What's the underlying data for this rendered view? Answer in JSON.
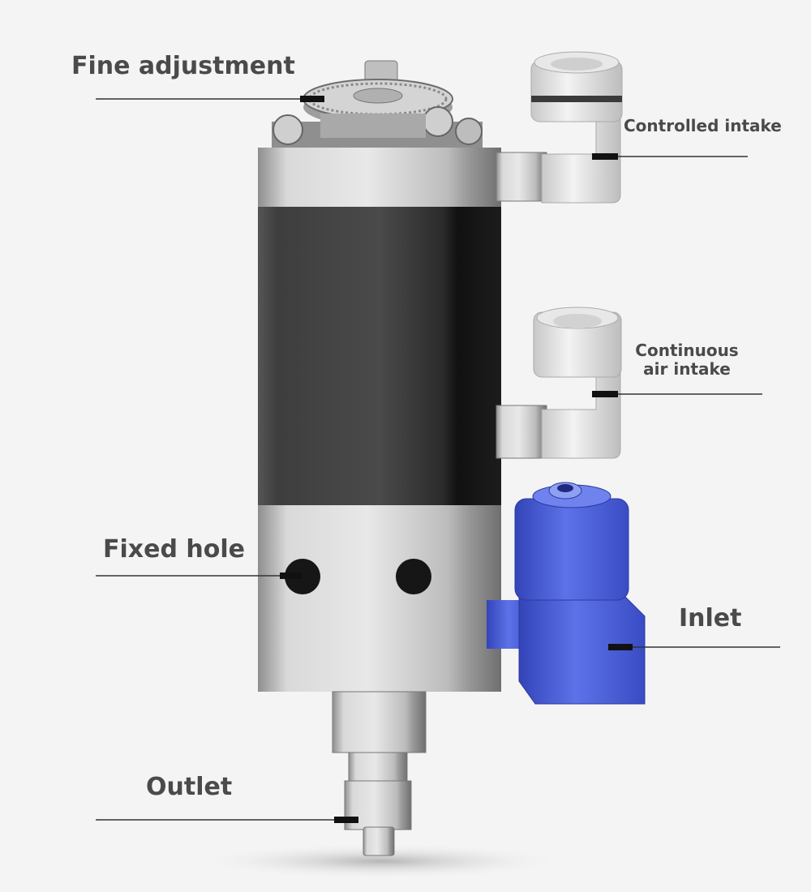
{
  "labels": {
    "fine_adjustment": "Fine adjustment",
    "controlled_intake": "Controlled intake",
    "continuous_air_intake_line1": "Continuous",
    "continuous_air_intake_line2": "air intake",
    "fixed_hole": "Fixed hole",
    "inlet": "Inlet",
    "outlet": "Outlet"
  },
  "colors": {
    "background": "#f4f4f4",
    "label_text": "#4a4a4a",
    "leader_line": "#333333",
    "metal": "#bdbdbd",
    "body_black": "#2e2e2e",
    "fitting_white": "#e6e6e6",
    "fitting_blue": "#4a5fd6"
  }
}
